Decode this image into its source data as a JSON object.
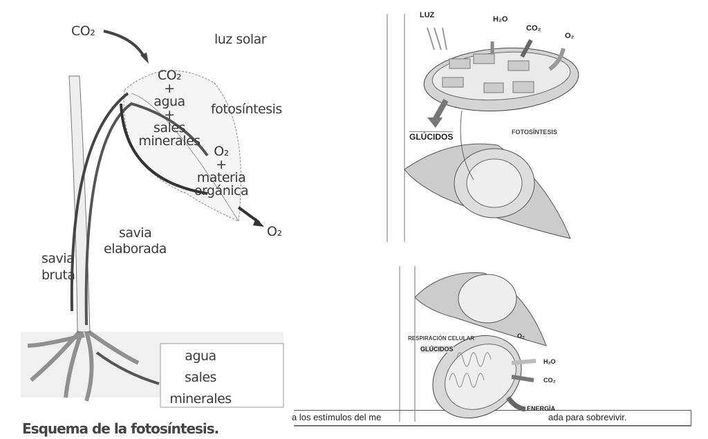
{
  "left_diagram": {
    "co2_in": "CO₂",
    "sunlight": "luz solar",
    "inputs": [
      "CO₂",
      "+",
      "agua",
      "+",
      "sales",
      "minerales"
    ],
    "process": "fotosíntesis",
    "outputs": [
      "O₂",
      "+",
      "materia",
      "orgánica"
    ],
    "o2_out": "O₂",
    "sap_elaborated": [
      "savia",
      "elaborada"
    ],
    "sap_raw": [
      "savia",
      "bruta"
    ],
    "soil_box": [
      "agua",
      "sales",
      "minerales"
    ],
    "caption": "Esquema de la fotosíntesis."
  },
  "right_top_diagram": {
    "light": "LUZ",
    "water": "H₂O",
    "co2": "CO₂",
    "o2": "O₂",
    "glucids": "GLÚCIDOS",
    "photosynthesis": "FOTOSÍNTESIS"
  },
  "right_bottom_diagram": {
    "cell_respiration": "RESPIRACIÓN CELULAR",
    "o2": "O₂",
    "glucids": "GLÚCIDOS",
    "water": "H₂O",
    "co2": "CO₂",
    "energy": "ENERGÍA"
  },
  "text_fragment": {
    "left": "a los estímulos del me",
    "right": "ada para sobrevivir."
  }
}
